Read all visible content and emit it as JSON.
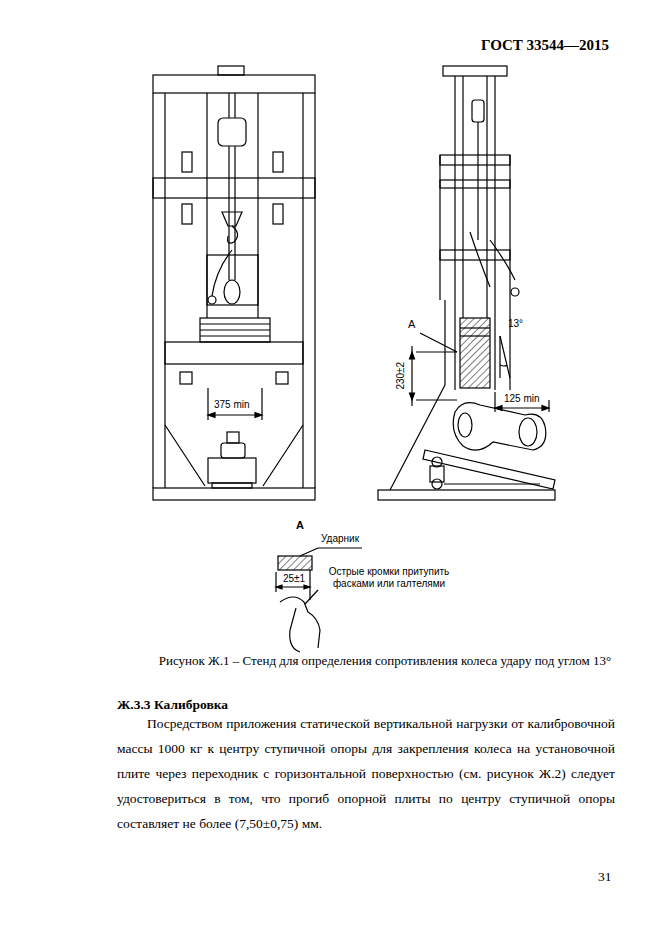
{
  "diagram": {
    "caption": "Рисунок Ж.1 – Стенд для определения сопротивления колеса удару под углом 13°",
    "labels": [
      "ГОСТ 33544—2015",
      "375 min",
      "A",
      "13°",
      "230±2",
      "125 min",
      "A",
      "Ударник",
      "25±1",
      "Острые кромки притупить фасками или галтелями",
      "Ж.3.3 Калибровка",
      "Посредством приложения статической вертикальной нагрузки от калибровочной массы 1000 кг к центру ступичной опоры для закрепления колеса на установочной плите через переходник с горизонтальной поверхностью (см. рисунок Ж.2) следует удостовериться в том, что прогиб опорной плиты по центру ступичной опоры составляет не более (7,50±0,75) мм.",
      "31"
    ]
  }
}
